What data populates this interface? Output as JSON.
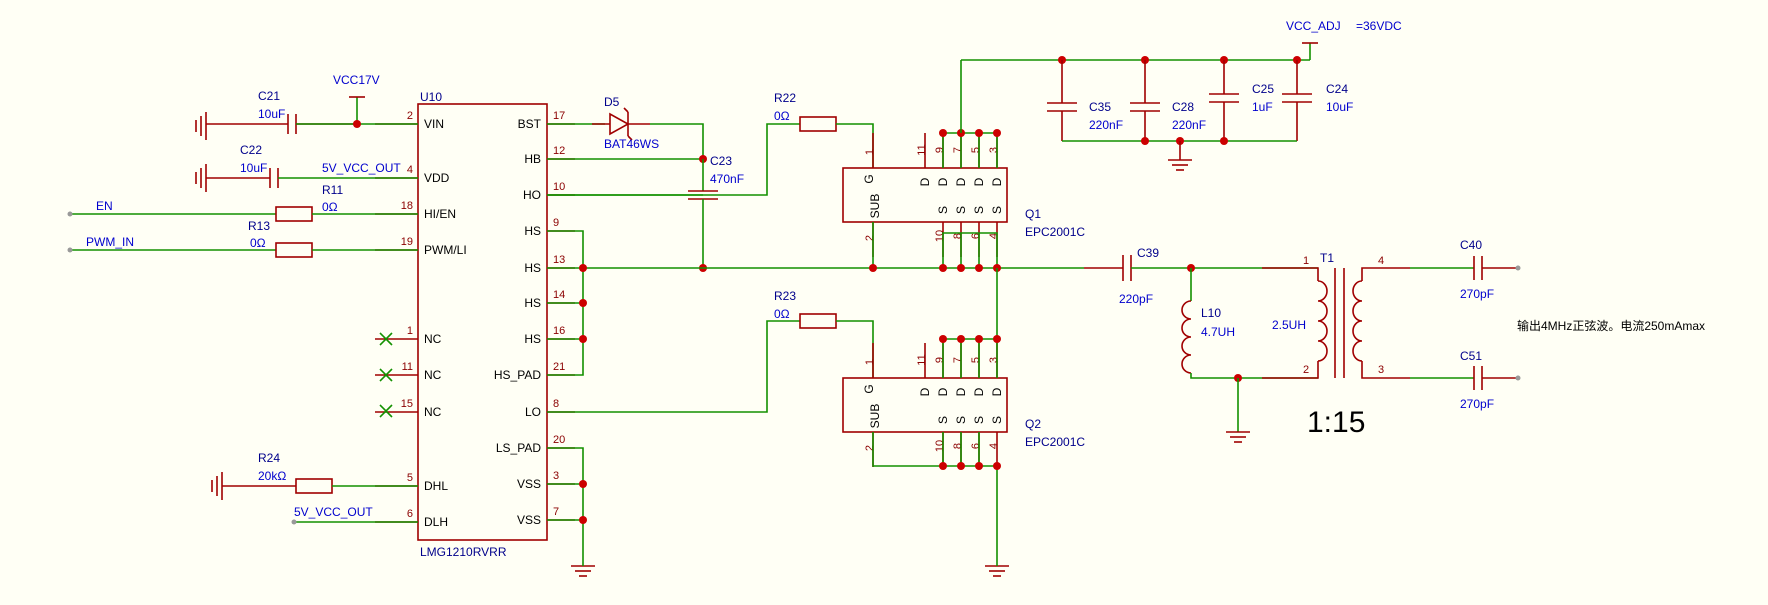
{
  "u10": {
    "ref": "U10",
    "value": "LMG1210RVRR",
    "left_pins": [
      {
        "num": "2",
        "name": "VIN"
      },
      {
        "num": "4",
        "name": "VDD"
      },
      {
        "num": "18",
        "name": "HI/EN"
      },
      {
        "num": "19",
        "name": "PWM/LI"
      },
      {
        "num": "1",
        "name": "NC"
      },
      {
        "num": "11",
        "name": "NC"
      },
      {
        "num": "15",
        "name": "NC"
      },
      {
        "num": "5",
        "name": "DHL"
      },
      {
        "num": "6",
        "name": "DLH"
      }
    ],
    "right_pins": [
      {
        "num": "17",
        "name": "BST"
      },
      {
        "num": "12",
        "name": "HB"
      },
      {
        "num": "10",
        "name": "HO"
      },
      {
        "num": "9",
        "name": "HS"
      },
      {
        "num": "13",
        "name": "HS"
      },
      {
        "num": "14",
        "name": "HS"
      },
      {
        "num": "16",
        "name": "HS"
      },
      {
        "num": "21",
        "name": "HS_PAD"
      },
      {
        "num": "8",
        "name": "LO"
      },
      {
        "num": "20",
        "name": "LS_PAD"
      },
      {
        "num": "3",
        "name": "VSS"
      },
      {
        "num": "7",
        "name": "VSS"
      }
    ]
  },
  "q1": {
    "ref": "Q1",
    "value": "EPC2001C",
    "top_pins": [
      "11",
      "9",
      "7",
      "5",
      "3"
    ],
    "bottom_pins": [
      "10",
      "8",
      "6",
      "4"
    ],
    "g_pin": "1",
    "sub_pin": "2"
  },
  "q2": {
    "ref": "Q2",
    "value": "EPC2001C",
    "top_pins": [
      "11",
      "9",
      "7",
      "5",
      "3"
    ],
    "bottom_pins": [
      "10",
      "8",
      "6",
      "4"
    ],
    "g_pin": "1",
    "sub_pin": "2"
  },
  "fet": {
    "sub_label": "SUB",
    "g_label": "G",
    "d_letter": "D",
    "s_letter": "S"
  },
  "components": {
    "c21": {
      "ref": "C21",
      "value": "10uF"
    },
    "c22": {
      "ref": "C22",
      "value": "10uF"
    },
    "r11": {
      "ref": "R11",
      "value": "0Ω"
    },
    "r13": {
      "ref": "R13",
      "value": "0Ω"
    },
    "r24": {
      "ref": "R24",
      "value": "20kΩ"
    },
    "d5": {
      "ref": "D5",
      "value": "BAT46WS"
    },
    "c23": {
      "ref": "C23",
      "value": "470nF"
    },
    "r22": {
      "ref": "R22",
      "value": "0Ω"
    },
    "r23": {
      "ref": "R23",
      "value": "0Ω"
    },
    "c35": {
      "ref": "C35",
      "value": "220nF"
    },
    "c28": {
      "ref": "C28",
      "value": "220nF"
    },
    "c25": {
      "ref": "C25",
      "value": "1uF"
    },
    "c24": {
      "ref": "C24",
      "value": "10uF"
    },
    "c39": {
      "ref": "C39",
      "value": "220pF"
    },
    "l10": {
      "ref": "L10",
      "value": "4.7UH"
    },
    "t1": {
      "ref": "T1",
      "value": "2.5UH",
      "pins": [
        "1",
        "2",
        "4",
        "3"
      ]
    },
    "c40": {
      "ref": "C40",
      "value": "270pF"
    },
    "c51": {
      "ref": "C51",
      "value": "270pF"
    }
  },
  "nets": {
    "vcc17v": "VCC17V",
    "vdd_net": "5V_VCC_OUT",
    "en": "EN",
    "pwm_in": "PWM_IN",
    "dlh_net": "5V_VCC_OUT",
    "vcc_adj": "VCC_ADJ",
    "vcc_adj_value": "=36VDC"
  },
  "annotations": {
    "ratio": "1:15",
    "output_note": "输出4MHz正弦波。电流250mAmax"
  },
  "colors": {
    "wire": "#139100",
    "body": "#a00000",
    "junction": "#cc0000",
    "net_label": "#0000cd",
    "background": "#fffff5"
  }
}
